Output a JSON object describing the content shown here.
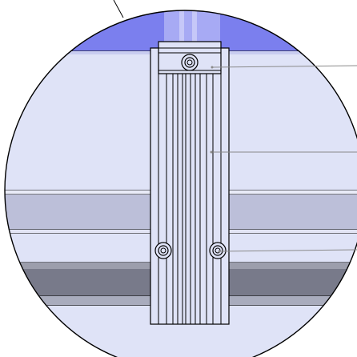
{
  "figure": {
    "kind": "cad-detail-view",
    "labels": [],
    "colors": {
      "background": "#ffffff",
      "top_band": "#7b7fee",
      "top_band_highlight": "#b6b8f7",
      "panel_light": "#dfe3f7",
      "panel_mid": "#bcbfd9",
      "panel_dark": "#787a8a",
      "panel_darkest": "#5c5e6c",
      "rail_fill": "#dfe3f7",
      "outline": "#000000",
      "leader": "#8a8a8a"
    },
    "callouts": [
      {
        "name": "top-cap-screw-callout"
      },
      {
        "name": "vertical-rail-callout"
      },
      {
        "name": "side-screw-callout"
      }
    ]
  }
}
